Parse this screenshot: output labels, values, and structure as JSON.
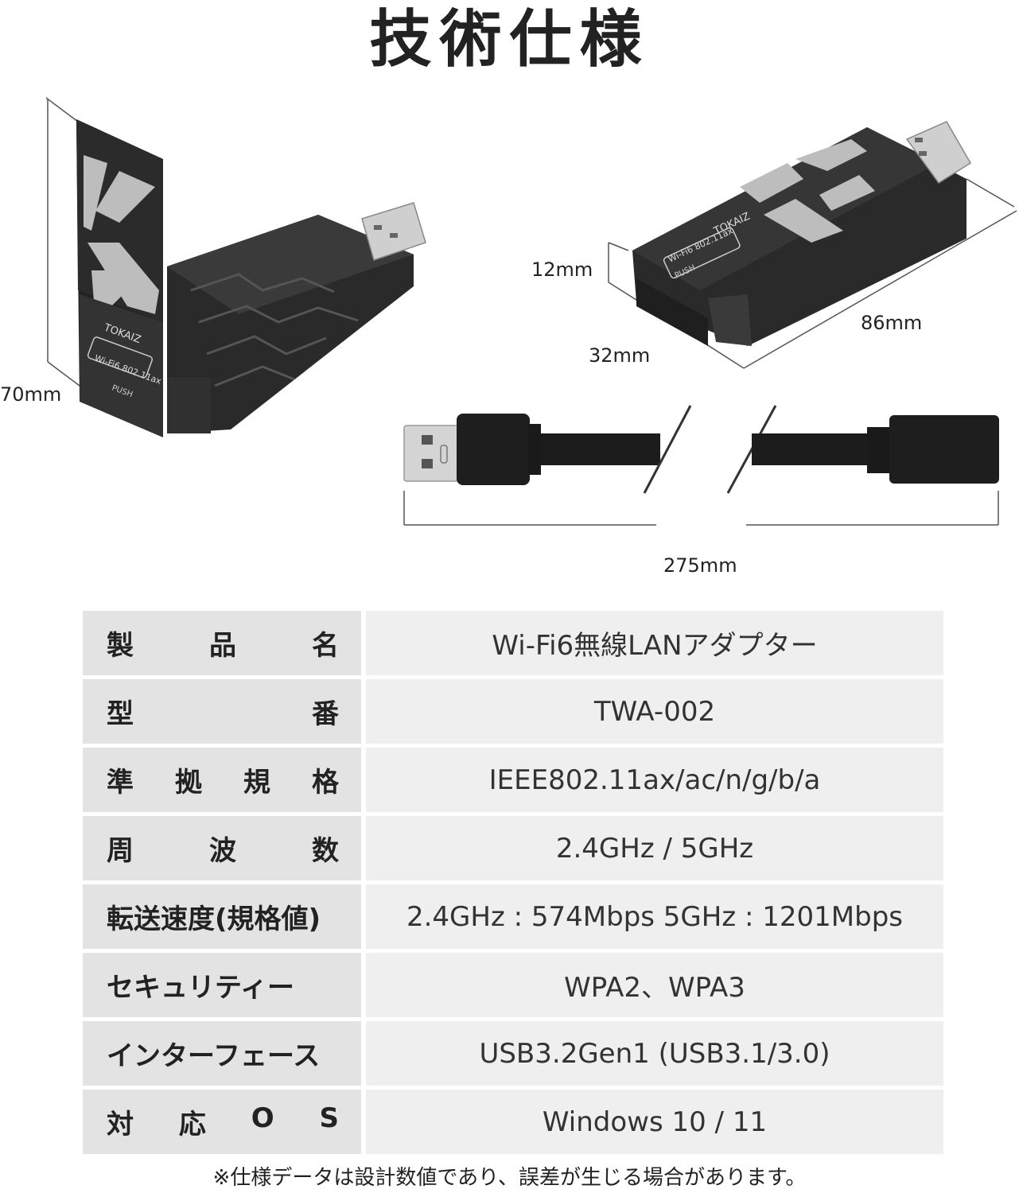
{
  "page_title": "技術仕様",
  "dimensions": {
    "height": "70mm",
    "thickness": "12mm",
    "length": "86mm",
    "width": "32mm",
    "cable": "275mm"
  },
  "device": {
    "brand": "TOKAIZ",
    "badge": "Wi-Fi6  802.11ax",
    "push": "PUSH"
  },
  "colors": {
    "label_bg": "#e3e3e3",
    "value_bg": "#efefef",
    "device_body": "#2c2c2c",
    "logo_gray": "#b8b8b8"
  },
  "specs": [
    {
      "label": "製品名",
      "value": "Wi-Fi6無線LANアダプター"
    },
    {
      "label": "型番",
      "value": "TWA-002"
    },
    {
      "label": "準拠規格",
      "value": "IEEE802.11ax/ac/n/g/b/a"
    },
    {
      "label": "周波数",
      "value": "2.4GHz / 5GHz"
    },
    {
      "label": "転送速度(規格値)",
      "value": "2.4GHz : 574Mbps  5GHz : 1201Mbps"
    },
    {
      "label": "セキュリティー",
      "value": "WPA2、WPA3"
    },
    {
      "label": "インターフェース",
      "value": "USB3.2Gen1 (USB3.1/3.0)"
    },
    {
      "label": "対応OS",
      "value": "Windows 10 / 11"
    }
  ],
  "footnote": "※仕様データは設計数値であり、誤差が生じる場合があります。"
}
